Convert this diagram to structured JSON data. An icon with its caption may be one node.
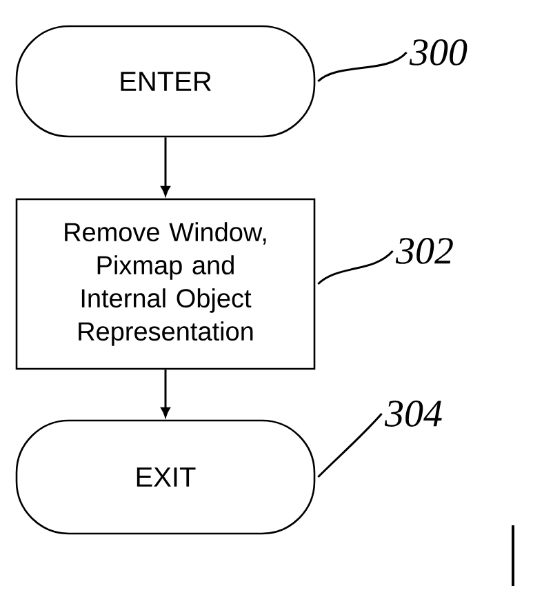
{
  "diagram": {
    "nodes": [
      {
        "text": [
          "ENTER"
        ]
      },
      {
        "text": [
          "Remove Window, Pixmap and Internal Object Representation"
        ]
      },
      {
        "text": [
          "EXIT"
        ]
      },
      {
        "text": [
          "300"
        ]
      },
      {
        "text": [
          "302"
        ]
      },
      {
        "text": [
          "304"
        ]
      }
    ],
    "edges": [
      {
        "from": 0,
        "to": 1,
        "arrow": "to"
      },
      {
        "from": 1,
        "to": 2,
        "arrow": "to"
      },
      {
        "from": 3,
        "to": 0,
        "arrow": "none"
      },
      {
        "from": 4,
        "to": 1,
        "arrow": "none"
      },
      {
        "from": 5,
        "to": 2,
        "arrow": "none"
      }
    ]
  }
}
